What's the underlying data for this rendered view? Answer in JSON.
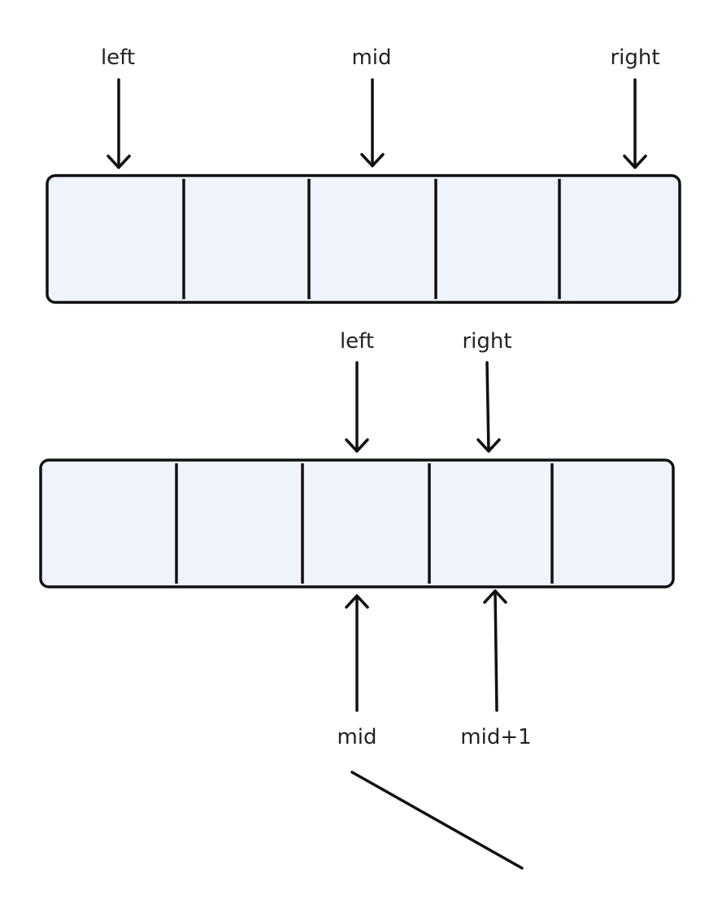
{
  "colors": {
    "cell_fill": "#eef3fc",
    "stroke": "#111111",
    "text": "#222222",
    "background": "#ffffff"
  },
  "diagram1": {
    "cells": 5,
    "pointers": {
      "left": "left",
      "mid": "mid",
      "right": "right"
    }
  },
  "diagram2": {
    "cells": 5,
    "pointers_top": {
      "left": "left",
      "right": "right"
    },
    "pointers_bottom": {
      "mid": "mid",
      "mid_plus_1": "mid+1"
    }
  }
}
